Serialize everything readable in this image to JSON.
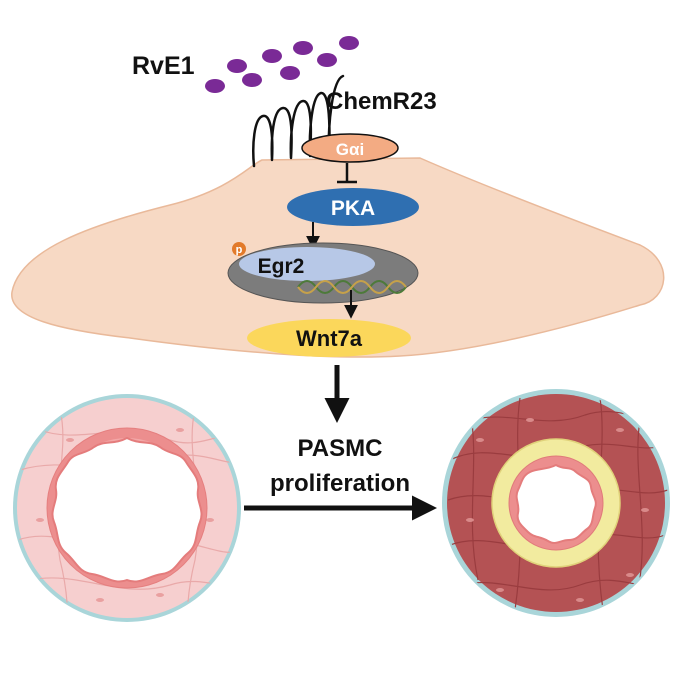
{
  "labels": {
    "ligand": "RvE1",
    "receptor": "ChemR23",
    "g_protein": "Gαi",
    "kinase": "PKA",
    "phospho_mark": "p",
    "transcription_factor": "Egr2",
    "target_gene": "Wnt7a",
    "outcome_line1": "PASMC",
    "outcome_line2": "proliferation"
  },
  "colors": {
    "ligand_dot": "#7a2a96",
    "cell_body": "#f7d9c4",
    "cell_outline": "#e9b99a",
    "g_protein_fill": "#f3ab83",
    "pka_fill": "#2f6fb1",
    "nucleus_outer": "#7c7c7c",
    "egr2_fill": "#b7c8e7",
    "phospho_fill": "#e27a2a",
    "wnt7a_fill": "#fbd75b",
    "vessel_rim": "#a9d5d9",
    "normal_wall": "#f6cfcf",
    "normal_media": "#ec8e8e",
    "remodeled_wall": "#b45254",
    "remodeled_intima": "#f2eb9f"
  },
  "icons": [
    "ligand-dot",
    "receptor-7tm",
    "dna-helix-icon",
    "inhibition-arrow-icon",
    "activation-arrow-icon"
  ]
}
